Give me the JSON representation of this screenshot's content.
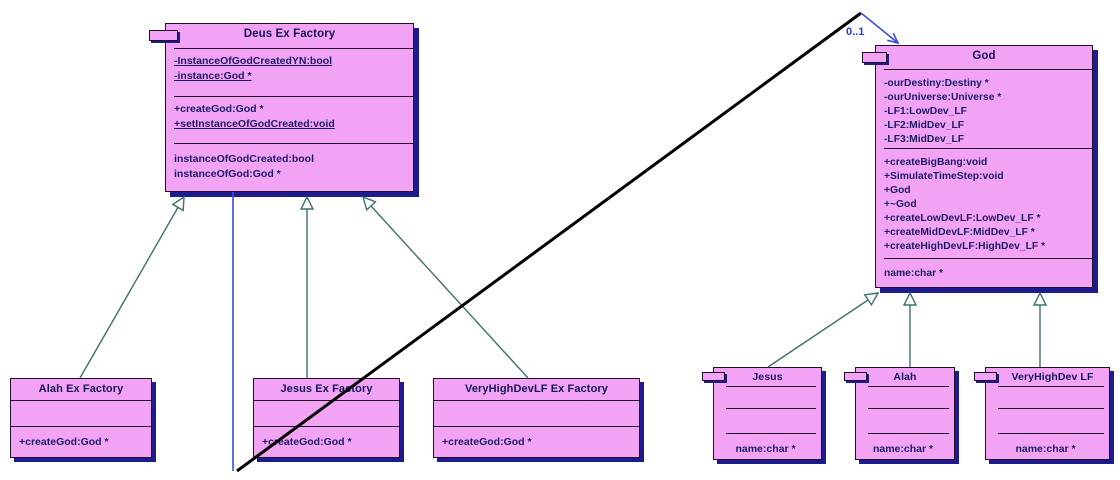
{
  "diagram_title": "Deus Ex Factory / God UML class diagram",
  "colors": {
    "class_fill": "#F3A3F3",
    "class_border": "#22102a",
    "drop_shadow": "#1C1C8E",
    "text": "#1b1b66",
    "inheritance_line": "#3F7070",
    "association_line": "#3A4BE0",
    "crossing_line": "#000000"
  },
  "association": {
    "multiplicity": "0..1"
  },
  "classes": {
    "deus": {
      "title": "Deus Ex Factory",
      "attributes": [
        "-InstanceOfGodCreatedYN:bool",
        "-instance:God *"
      ],
      "methods": [
        "+createGod:God *",
        "+setInstanceOfGodCreated:void"
      ],
      "properties": [
        "instanceOfGodCreated:bool",
        "instanceOfGod:God *"
      ]
    },
    "god": {
      "title": "God",
      "attributes": [
        "-ourDestiny:Destiny *",
        "-ourUniverse:Universe *",
        "-LF1:LowDev_LF",
        "-LF2:MidDev_LF",
        "-LF3:MidDev_LF"
      ],
      "methods": [
        "+createBigBang:void",
        "+SimulateTimeStep:void",
        "+God",
        "+~God",
        "+createLowDevLF:LowDev_LF *",
        "+createMidDevLF:MidDev_LF *",
        "+createHighDevLF:HighDev_LF *"
      ],
      "properties": [
        "name:char *"
      ]
    },
    "alah_ex": {
      "title": "Alah Ex Factory",
      "methods": [
        "+createGod:God *"
      ]
    },
    "jesus_ex": {
      "title": "Jesus Ex Factory",
      "methods": [
        "+createGod:God *"
      ]
    },
    "vhd_ex": {
      "title": "VeryHighDevLF Ex Factory",
      "methods": [
        "+createGod:God *"
      ]
    },
    "jesus": {
      "title": "Jesus",
      "properties": [
        "name:char *"
      ]
    },
    "alah": {
      "title": "Alah",
      "properties": [
        "name:char *"
      ]
    },
    "vhd_lf": {
      "title": "VeryHighDev LF",
      "properties": [
        "name:char *"
      ]
    }
  }
}
